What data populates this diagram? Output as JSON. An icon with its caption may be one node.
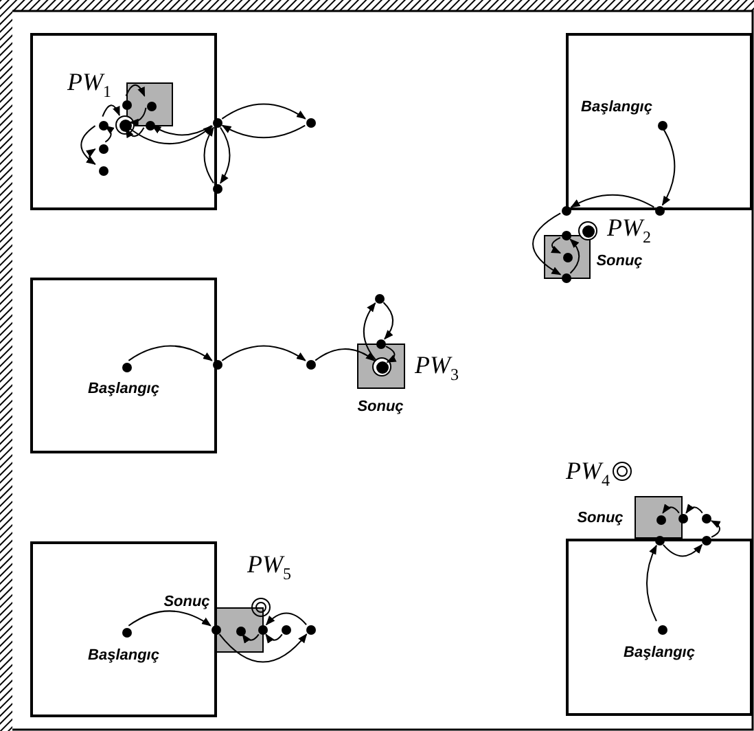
{
  "diagram": {
    "nodes": [
      {
        "text": [],
        "shape": "box"
      },
      {
        "text": [],
        "shape": "box",
        "in": 0
      },
      {
        "text": [],
        "shape": "circle",
        "in": 0
      },
      {
        "text": [],
        "shape": "circle",
        "in": 1
      },
      {
        "text": [],
        "shape": "circle",
        "in": 0
      },
      {
        "text": [],
        "shape": "circle",
        "in": 0,
        "beside": [
          "PW$_{1}$"
        ]
      },
      {
        "text": [],
        "shape": "circle",
        "in": 0
      },
      {
        "text": [],
        "shape": "circle"
      },
      {
        "text": [],
        "shape": "circle"
      },
      {
        "text": [],
        "shape": "circle",
        "in": 0
      },
      {
        "text": [],
        "shape": "circle",
        "in": 0
      },
      {
        "text": [],
        "shape": "circle"
      },
      {
        "text": [],
        "shape": "box"
      },
      {
        "text": [],
        "shape": "circle",
        "in": 12,
        "beside": [
          "Başlangıç"
        ]
      },
      {
        "text": [],
        "shape": "circle"
      },
      {
        "text": [],
        "shape": "circle"
      },
      {
        "text": [],
        "shape": "circle",
        "beside": [
          "PW$_{2}$"
        ]
      },
      {
        "text": [],
        "shape": "box",
        "beside": [
          "Sonuç"
        ]
      },
      {
        "text": [],
        "shape": "circle"
      },
      {
        "text": [],
        "shape": "circle",
        "in": 17
      },
      {
        "text": [],
        "shape": "circle"
      },
      {
        "text": [],
        "shape": "box"
      },
      {
        "text": [],
        "shape": "circle",
        "in": 21,
        "beside": [
          "Başlangıç"
        ]
      },
      {
        "text": [],
        "shape": "circle"
      },
      {
        "text": [],
        "shape": "circle"
      },
      {
        "text": [],
        "shape": "circle"
      },
      {
        "text": [],
        "shape": "box",
        "beside": [
          "Sonuç"
        ]
      },
      {
        "text": [],
        "shape": "circle"
      },
      {
        "text": [],
        "shape": "circle",
        "in": 26,
        "beside": [
          "PW$_{3}$"
        ]
      },
      {
        "text": [],
        "shape": "circle",
        "beside": [
          "PW$_{4}$"
        ]
      },
      {
        "text": [],
        "shape": "box",
        "beside": [
          "Sonuç"
        ]
      },
      {
        "text": [],
        "shape": "circle",
        "in": 30
      },
      {
        "text": [],
        "shape": "circle"
      },
      {
        "text": [],
        "shape": "circle"
      },
      {
        "text": [],
        "shape": "box"
      },
      {
        "text": [],
        "shape": "circle"
      },
      {
        "text": [],
        "shape": "circle"
      },
      {
        "text": [],
        "shape": "circle",
        "in": 34,
        "beside": [
          "Başlangıç"
        ]
      },
      {
        "text": [],
        "shape": "box"
      },
      {
        "text": [],
        "shape": "circle",
        "beside": [
          "PW$_{5}$"
        ]
      },
      {
        "text": [],
        "shape": "box",
        "beside": [
          "Sonuç"
        ]
      },
      {
        "text": [],
        "shape": "circle",
        "in": 38,
        "beside": [
          "Başlangıç"
        ]
      },
      {
        "text": [],
        "shape": "circle"
      },
      {
        "text": [],
        "shape": "circle",
        "in": 40
      },
      {
        "text": [],
        "shape": "circle"
      },
      {
        "text": [],
        "shape": "circle"
      },
      {
        "text": [],
        "shape": "circle"
      }
    ],
    "edges": [
      {
        "from": 7,
        "to": 8,
        "arrow": "to"
      },
      {
        "from": 8,
        "to": 7,
        "arrow": "to"
      },
      {
        "from": 7,
        "to": 11,
        "arrow": "to"
      },
      {
        "from": 11,
        "to": 7,
        "arrow": "to"
      },
      {
        "from": 7,
        "to": 6,
        "arrow": "to"
      },
      {
        "from": 5,
        "to": 7,
        "arrow": "to"
      },
      {
        "from": 6,
        "to": 5,
        "arrow": "to"
      },
      {
        "from": 4,
        "to": 5,
        "arrow": "to"
      },
      {
        "from": 2,
        "to": 3,
        "arrow": "to"
      },
      {
        "from": 3,
        "to": 5,
        "arrow": "to"
      },
      {
        "from": 4,
        "to": 10,
        "arrow": "to"
      },
      {
        "from": 10,
        "to": 9,
        "arrow": "to"
      },
      {
        "from": 9,
        "to": 4,
        "arrow": "to"
      },
      {
        "from": 13,
        "to": 15,
        "arrow": "to"
      },
      {
        "from": 15,
        "to": 14,
        "arrow": "to"
      },
      {
        "from": 14,
        "to": 20,
        "arrow": "to"
      },
      {
        "from": 20,
        "to": 18,
        "arrow": "to"
      },
      {
        "from": 18,
        "to": 19,
        "arrow": "to"
      },
      {
        "from": 22,
        "to": 23,
        "arrow": "to"
      },
      {
        "from": 23,
        "to": 25,
        "arrow": "to"
      },
      {
        "from": 25,
        "to": 28,
        "arrow": "to"
      },
      {
        "from": 28,
        "to": 24,
        "arrow": "to"
      },
      {
        "from": 24,
        "to": 27,
        "arrow": "to"
      },
      {
        "from": 27,
        "to": 28,
        "arrow": "to"
      },
      {
        "from": 37,
        "to": 35,
        "arrow": "to"
      },
      {
        "from": 35,
        "to": 36,
        "arrow": "to"
      },
      {
        "from": 36,
        "to": 33,
        "arrow": "to"
      },
      {
        "from": 33,
        "to": 32,
        "arrow": "to"
      },
      {
        "from": 32,
        "to": 31,
        "arrow": "to"
      },
      {
        "from": 41,
        "to": 42,
        "arrow": "to"
      },
      {
        "from": 42,
        "to": 46,
        "arrow": "to"
      },
      {
        "from": 46,
        "to": 44,
        "arrow": "to"
      },
      {
        "from": 44,
        "to": 43,
        "arrow": "to"
      },
      {
        "from": 45,
        "to": 44,
        "arrow": "to"
      }
    ]
  }
}
